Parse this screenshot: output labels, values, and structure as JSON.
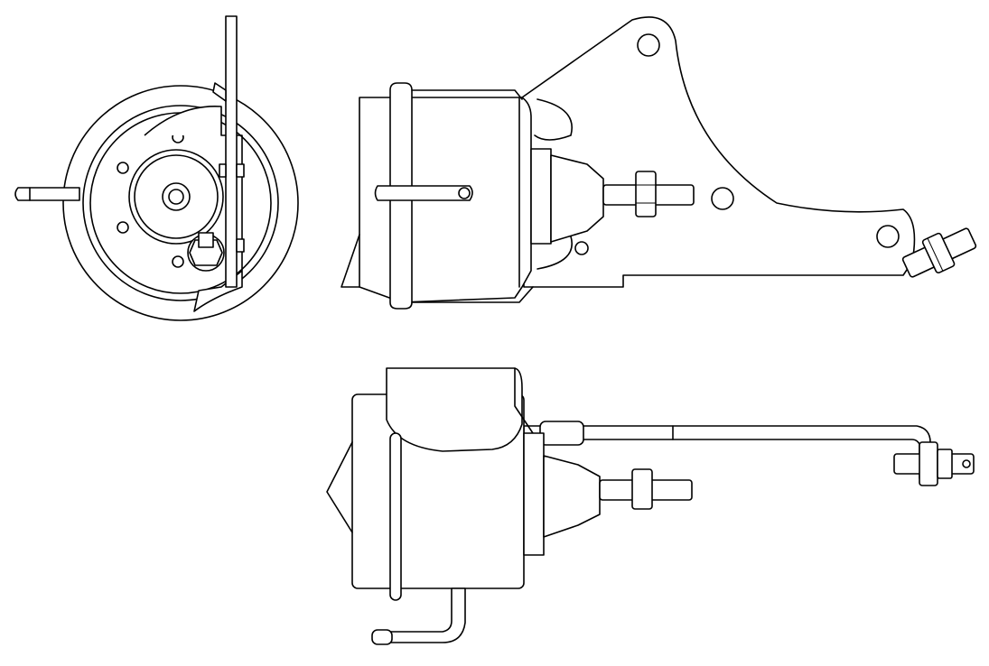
{
  "drawing": {
    "subject": "",
    "colors": {
      "line": "#000000",
      "background": "#ffffff"
    },
    "views": [
      "front-view",
      "side-view",
      "top-view"
    ]
  }
}
